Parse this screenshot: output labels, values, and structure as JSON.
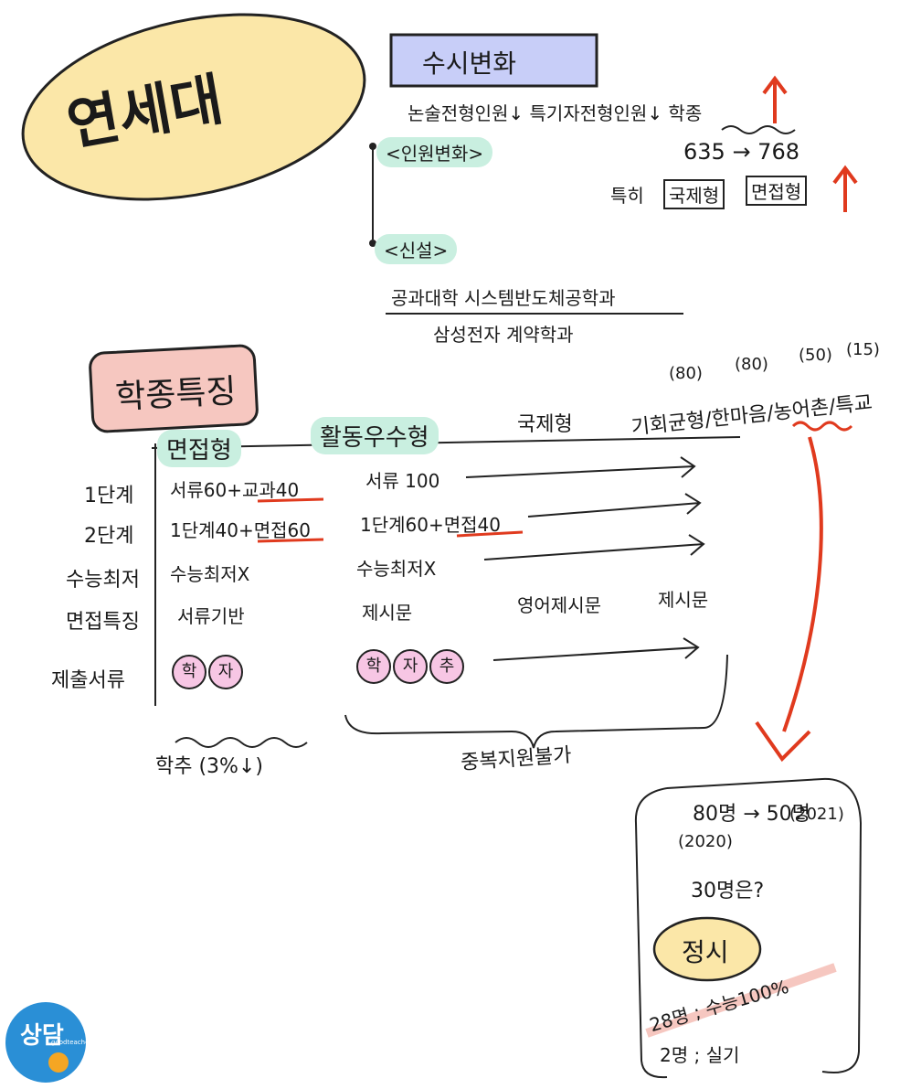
{
  "title": "연세대",
  "top": {
    "header": "수시변화",
    "line1": "논술전형인원↓ 특기자전형인원↓ 학종",
    "inwon_label": "<인원변화>",
    "count_change": "635 → 768",
    "especially": "특히",
    "box1": "국제형",
    "box2": "면접형",
    "new_label": "<신설>",
    "new_line1": "공과대학 시스템반도체공학과",
    "new_line2": "삼성전자 계약학과"
  },
  "section": {
    "title": "학종특징",
    "headers": [
      "면접형",
      "활동우수형",
      "국제형",
      "기회균형",
      "한마음",
      "농어촌",
      "특교"
    ],
    "quotas": [
      "(80)",
      "(80)",
      "(50)",
      "(15)"
    ],
    "row_labels": [
      "1단계",
      "2단계",
      "수능최저",
      "면접특징",
      "제출서류"
    ],
    "col1": [
      "서류60+교과40",
      "1단계40+면접60",
      "수능최저X",
      "서류기반"
    ],
    "col2": [
      "서류 100",
      "1단계60+면접40",
      "수능최저X",
      "제시문"
    ],
    "col3_interview": "영어제시문",
    "col4_interview": "제시문",
    "docs1": [
      "학",
      "자"
    ],
    "docs2": [
      "학",
      "자",
      "추"
    ],
    "note_left": "학추 (3%↓)",
    "note_mid": "중복지원불가"
  },
  "right_box": {
    "change": "80명 → 50명",
    "year_a": "(2020)",
    "year_b": "(2021)",
    "question": "30명은?",
    "label": "정시",
    "line1": "28명 ; 수능100%",
    "line2": "2명 ; 실기"
  },
  "logo": {
    "text": "상담",
    "small": "goodteacher"
  },
  "colors": {
    "title_yellow": "#fbe7a8",
    "header_blue": "#c8cef8",
    "section_pink": "#f6c7c0",
    "mint": "#c9efe0",
    "pink_circle": "#f7c6e4",
    "red": "#e03a1e",
    "logo_blue": "#2a8fd6",
    "logo_orange": "#f5a623"
  }
}
